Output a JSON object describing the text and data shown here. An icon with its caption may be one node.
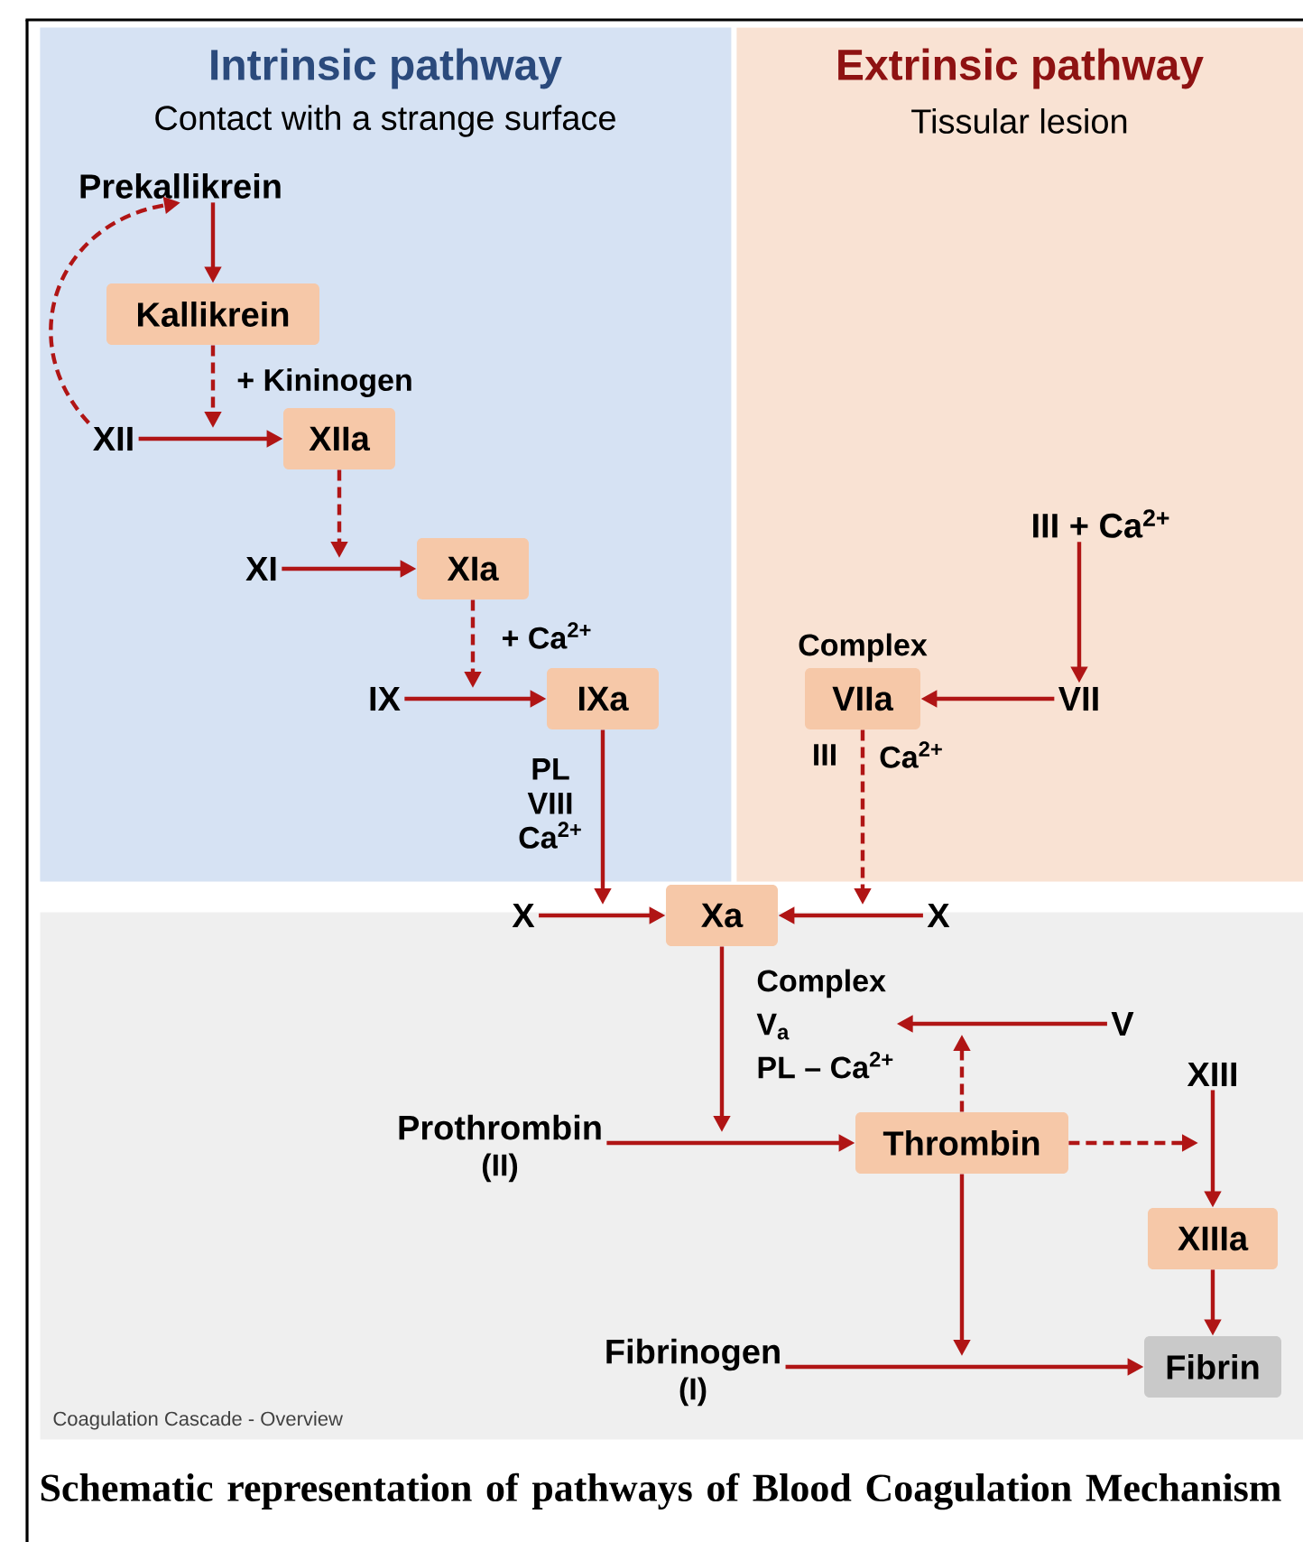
{
  "diagram": {
    "caption": "Schematic representation of pathways of Blood Coagulation Mechanism",
    "nodes": [
      {
        "text": [
          "Intrinsic pathway",
          "Contact with a strange surface"
        ]
      },
      {
        "text": [
          "Extrinsic pathway",
          "Tissular lesion"
        ]
      },
      {
        "text": [
          "Coagulation Cascade - Overview"
        ]
      },
      {
        "text": [
          "Prekallikrein"
        ],
        "in": 0
      },
      {
        "text": [
          "Kallikrein"
        ],
        "in": 0
      },
      {
        "text": [
          "XII"
        ],
        "in": 0
      },
      {
        "text": [
          "XIIa"
        ],
        "in": 0
      },
      {
        "text": [
          "XI"
        ],
        "in": 0
      },
      {
        "text": [
          "XIa"
        ],
        "in": 0
      },
      {
        "text": [
          "IX"
        ],
        "in": 0
      },
      {
        "text": [
          "IXa"
        ],
        "in": 0
      },
      {
        "text": [
          "III + Ca$^{2+}$"
        ],
        "in": 1
      },
      {
        "text": [
          "VII"
        ],
        "in": 1
      },
      {
        "text": [
          "Complex",
          "VIIa"
        ],
        "in": 1
      },
      {
        "text": [
          "X"
        ]
      },
      {
        "text": [
          "Xa"
        ]
      },
      {
        "text": [
          "X"
        ]
      },
      {
        "text": [
          "Complex",
          "V$_{a}$",
          "PL – Ca$^{2+}$"
        ],
        "in": 2
      },
      {
        "text": [
          "V"
        ],
        "in": 2
      },
      {
        "text": [
          "XIII"
        ],
        "in": 2
      },
      {
        "text": [
          "Prothrombin",
          "(II)"
        ],
        "in": 2
      },
      {
        "text": [
          "Thrombin"
        ],
        "in": 2
      },
      {
        "text": [
          "XIIIa"
        ],
        "in": 2
      },
      {
        "text": [
          "Fibrinogen",
          "(I)"
        ],
        "in": 2
      },
      {
        "text": [
          "Fibrin"
        ],
        "in": 2
      }
    ],
    "edges": [
      {
        "from": 3,
        "to": 4,
        "arrow": "to"
      },
      {
        "from": 5,
        "to": 3,
        "arrow": "to",
        "style": "dashed"
      },
      {
        "from": 4,
        "to": null,
        "arrow": "to",
        "style": "dashed",
        "label": "+ Kininogen"
      },
      {
        "from": 5,
        "to": 6,
        "arrow": "to"
      },
      {
        "from": 6,
        "to": null,
        "arrow": "to",
        "style": "dashed"
      },
      {
        "from": 7,
        "to": 8,
        "arrow": "to"
      },
      {
        "from": 8,
        "to": null,
        "arrow": "to",
        "style": "dashed",
        "label": "+ Ca$^{2+}$"
      },
      {
        "from": 9,
        "to": 10,
        "arrow": "to"
      },
      {
        "from": 10,
        "to": null,
        "arrow": "to",
        "label": "PL VIII Ca$^{2+}$"
      },
      {
        "from": 11,
        "to": 12,
        "arrow": "to"
      },
      {
        "from": 12,
        "to": 13,
        "arrow": "to"
      },
      {
        "from": 13,
        "to": null,
        "arrow": "to",
        "style": "dashed"
      },
      {
        "from": 14,
        "to": 15,
        "arrow": "to"
      },
      {
        "from": 16,
        "to": 15,
        "arrow": "to"
      },
      {
        "from": 15,
        "to": null,
        "arrow": "to"
      },
      {
        "from": 18,
        "to": 17,
        "arrow": "to"
      },
      {
        "from": 21,
        "to": null,
        "arrow": "to",
        "style": "dashed"
      },
      {
        "from": 20,
        "to": 21,
        "arrow": "to"
      },
      {
        "from": 21,
        "to": null,
        "arrow": "to",
        "style": "dashed"
      },
      {
        "from": 21,
        "to": null,
        "arrow": "to"
      },
      {
        "from": 19,
        "to": 22,
        "arrow": "to"
      },
      {
        "from": 22,
        "to": 24,
        "arrow": "to"
      },
      {
        "from": 23,
        "to": 24,
        "arrow": "to"
      }
    ],
    "labels": [
      "III",
      "Ca$^{2+}$"
    ]
  }
}
